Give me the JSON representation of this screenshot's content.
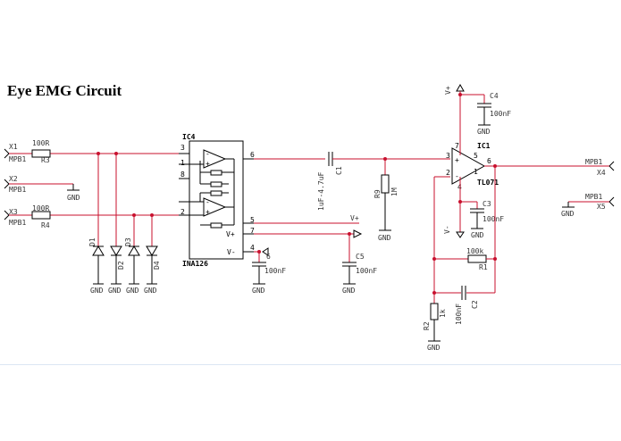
{
  "title": "Eye EMG Circuit",
  "connectors": {
    "x1": {
      "ref": "X1",
      "value": "MPB1"
    },
    "x2": {
      "ref": "X2",
      "value": "MPB1"
    },
    "x3": {
      "ref": "X3",
      "value": "MPB1"
    },
    "x4": {
      "ref": "X4",
      "value": "MPB1"
    },
    "x5": {
      "ref": "X5",
      "value": "MPB1"
    }
  },
  "resistors": {
    "r3": {
      "ref": "R3",
      "value": "100R"
    },
    "r4": {
      "ref": "R4",
      "value": "100R"
    },
    "r9": {
      "ref": "R9",
      "value": "1M"
    },
    "r1": {
      "ref": "R1",
      "value": "100k"
    },
    "r2": {
      "ref": "R2",
      "value": "1k"
    }
  },
  "capacitors": {
    "c1": {
      "ref": "C1",
      "value": "1uF-4.7uF"
    },
    "c2": {
      "ref": "C2",
      "value": "100nF"
    },
    "c3": {
      "ref": "C3",
      "value": "100nF"
    },
    "c4": {
      "ref": "C4",
      "value": "100nF"
    },
    "c5": {
      "ref": "C5",
      "value": "100nF"
    },
    "c6": {
      "ref": "6",
      "value": "100nF"
    }
  },
  "diodes": [
    "D1",
    "D2",
    "D3",
    "D4"
  ],
  "ic_inamp": {
    "ref": "IC4",
    "part": "INA126",
    "pins": [
      "3",
      "1",
      "8",
      "2",
      "6",
      "5",
      "7",
      "4"
    ],
    "vplus": "V+",
    "vminus": "V-"
  },
  "ic_opamp": {
    "ref": "IC1",
    "part": "TL071",
    "pins": [
      "7",
      "3",
      "2",
      "6",
      "5",
      "1",
      "4"
    ]
  },
  "nets": {
    "gnd": "GND",
    "vplus": "V+",
    "vminus": "V-"
  }
}
